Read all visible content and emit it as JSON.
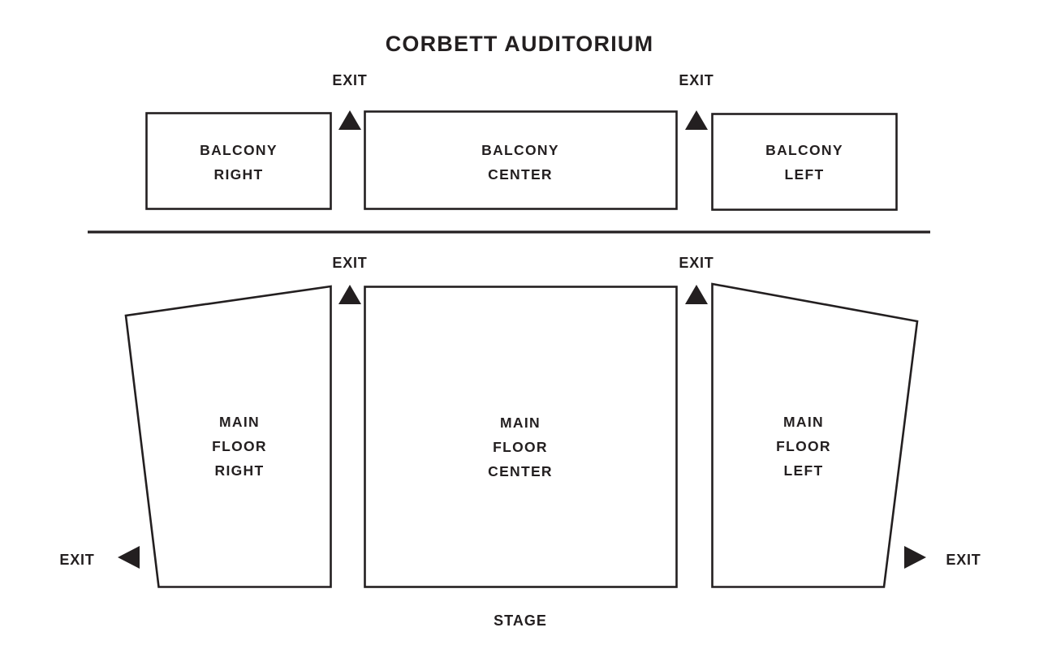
{
  "venue": {
    "title": "CORBETT AUDITORIUM",
    "stage_label": "STAGE"
  },
  "colors": {
    "ink": "#231f20",
    "background": "#ffffff",
    "section_fill": "#ffffff",
    "section_stroke": "#231f20"
  },
  "levels": {
    "balcony": {
      "sections": [
        {
          "id": "balcony-right",
          "line1": "BALCONY",
          "line2": "RIGHT",
          "line3": ""
        },
        {
          "id": "balcony-center",
          "line1": "BALCONY",
          "line2": "CENTER",
          "line3": ""
        },
        {
          "id": "balcony-left",
          "line1": "BALCONY",
          "line2": "LEFT",
          "line3": ""
        }
      ]
    },
    "main_floor": {
      "sections": [
        {
          "id": "main-floor-right",
          "line1": "MAIN",
          "line2": "FLOOR",
          "line3": "RIGHT"
        },
        {
          "id": "main-floor-center",
          "line1": "MAIN",
          "line2": "FLOOR",
          "line3": "CENTER"
        },
        {
          "id": "main-floor-left",
          "line1": "MAIN",
          "line2": "FLOOR",
          "line3": "LEFT"
        }
      ]
    }
  },
  "exits": [
    {
      "id": "balcony-exit-right",
      "label": "EXIT",
      "direction": "up"
    },
    {
      "id": "balcony-exit-left",
      "label": "EXIT",
      "direction": "up"
    },
    {
      "id": "main-floor-exit-upper-right",
      "label": "EXIT",
      "direction": "up"
    },
    {
      "id": "main-floor-exit-upper-left",
      "label": "EXIT",
      "direction": "up"
    },
    {
      "id": "main-floor-exit-side-right",
      "label": "EXIT",
      "direction": "left"
    },
    {
      "id": "main-floor-exit-side-left",
      "label": "EXIT",
      "direction": "right"
    }
  ]
}
